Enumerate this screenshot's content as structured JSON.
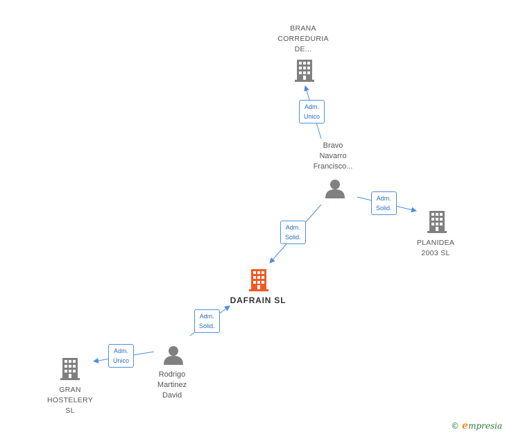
{
  "colors": {
    "edge": "#4a90d9",
    "building": "#808080",
    "building_main": "#f15a24",
    "person": "#808080"
  },
  "nodes": {
    "brana": {
      "label": "BRANA\nCORREDURIA\nDE...",
      "icon": "building-icon"
    },
    "bravo": {
      "label": "Bravo\nNavarro\nFrancisco...",
      "icon": "person-icon"
    },
    "planidea": {
      "label": "PLANIDEA\n2003  SL",
      "icon": "building-icon"
    },
    "dafrain": {
      "label": "DAFRAIN  SL",
      "icon": "building-icon"
    },
    "rodrigo": {
      "label": "Rodrigo\nMartinez\nDavid",
      "icon": "person-icon"
    },
    "gran": {
      "label": "GRAN\nHOSTELERY\nSL",
      "icon": "building-icon"
    }
  },
  "edges": [
    {
      "from": "bravo",
      "to": "brana",
      "label": "Adm.\nUnico"
    },
    {
      "from": "bravo",
      "to": "planidea",
      "label": "Adm.\nSolid."
    },
    {
      "from": "bravo",
      "to": "dafrain",
      "label": "Adm.\nSolid."
    },
    {
      "from": "rodrigo",
      "to": "dafrain",
      "label": "Adm.\nSolid."
    },
    {
      "from": "rodrigo",
      "to": "gran",
      "label": "Adm.\nUnico"
    }
  ],
  "footer": {
    "copyright": "©",
    "brand_first": "e",
    "brand_rest": "mpresia"
  }
}
